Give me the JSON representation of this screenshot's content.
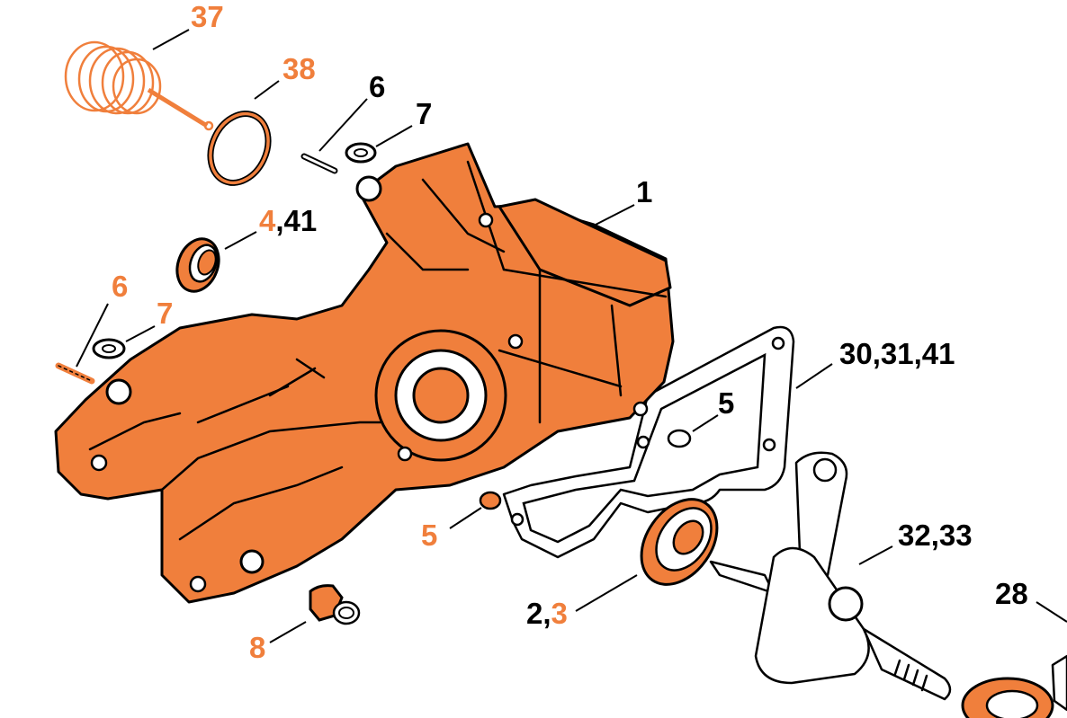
{
  "colors": {
    "accent": "#f07f3c",
    "ink": "#000000",
    "background": "#ffffff"
  },
  "callouts": [
    {
      "id": "c37",
      "segments": [
        {
          "text": "37",
          "color": "accent"
        }
      ]
    },
    {
      "id": "c38",
      "segments": [
        {
          "text": "38",
          "color": "accent"
        }
      ]
    },
    {
      "id": "c6a",
      "segments": [
        {
          "text": "6",
          "color": "ink"
        }
      ]
    },
    {
      "id": "c7a",
      "segments": [
        {
          "text": "7",
          "color": "ink"
        }
      ]
    },
    {
      "id": "c1",
      "segments": [
        {
          "text": "1",
          "color": "ink"
        }
      ]
    },
    {
      "id": "c441",
      "segments": [
        {
          "text": "4",
          "color": "accent"
        },
        {
          "text": ",41",
          "color": "ink"
        }
      ]
    },
    {
      "id": "c6b",
      "segments": [
        {
          "text": "6",
          "color": "accent"
        }
      ]
    },
    {
      "id": "c7b",
      "segments": [
        {
          "text": "7",
          "color": "accent"
        }
      ]
    },
    {
      "id": "c30",
      "segments": [
        {
          "text": "30,31,41",
          "color": "ink"
        }
      ]
    },
    {
      "id": "c5a",
      "segments": [
        {
          "text": "5",
          "color": "ink"
        }
      ]
    },
    {
      "id": "c5b",
      "segments": [
        {
          "text": "5",
          "color": "accent"
        }
      ]
    },
    {
      "id": "c3233",
      "segments": [
        {
          "text": "32,33",
          "color": "ink"
        }
      ]
    },
    {
      "id": "c28",
      "segments": [
        {
          "text": "28",
          "color": "ink"
        }
      ]
    },
    {
      "id": "c23",
      "segments": [
        {
          "text": "2,",
          "color": "ink"
        },
        {
          "text": "3",
          "color": "accent"
        }
      ]
    },
    {
      "id": "c8",
      "segments": [
        {
          "text": "8",
          "color": "accent"
        }
      ]
    }
  ]
}
